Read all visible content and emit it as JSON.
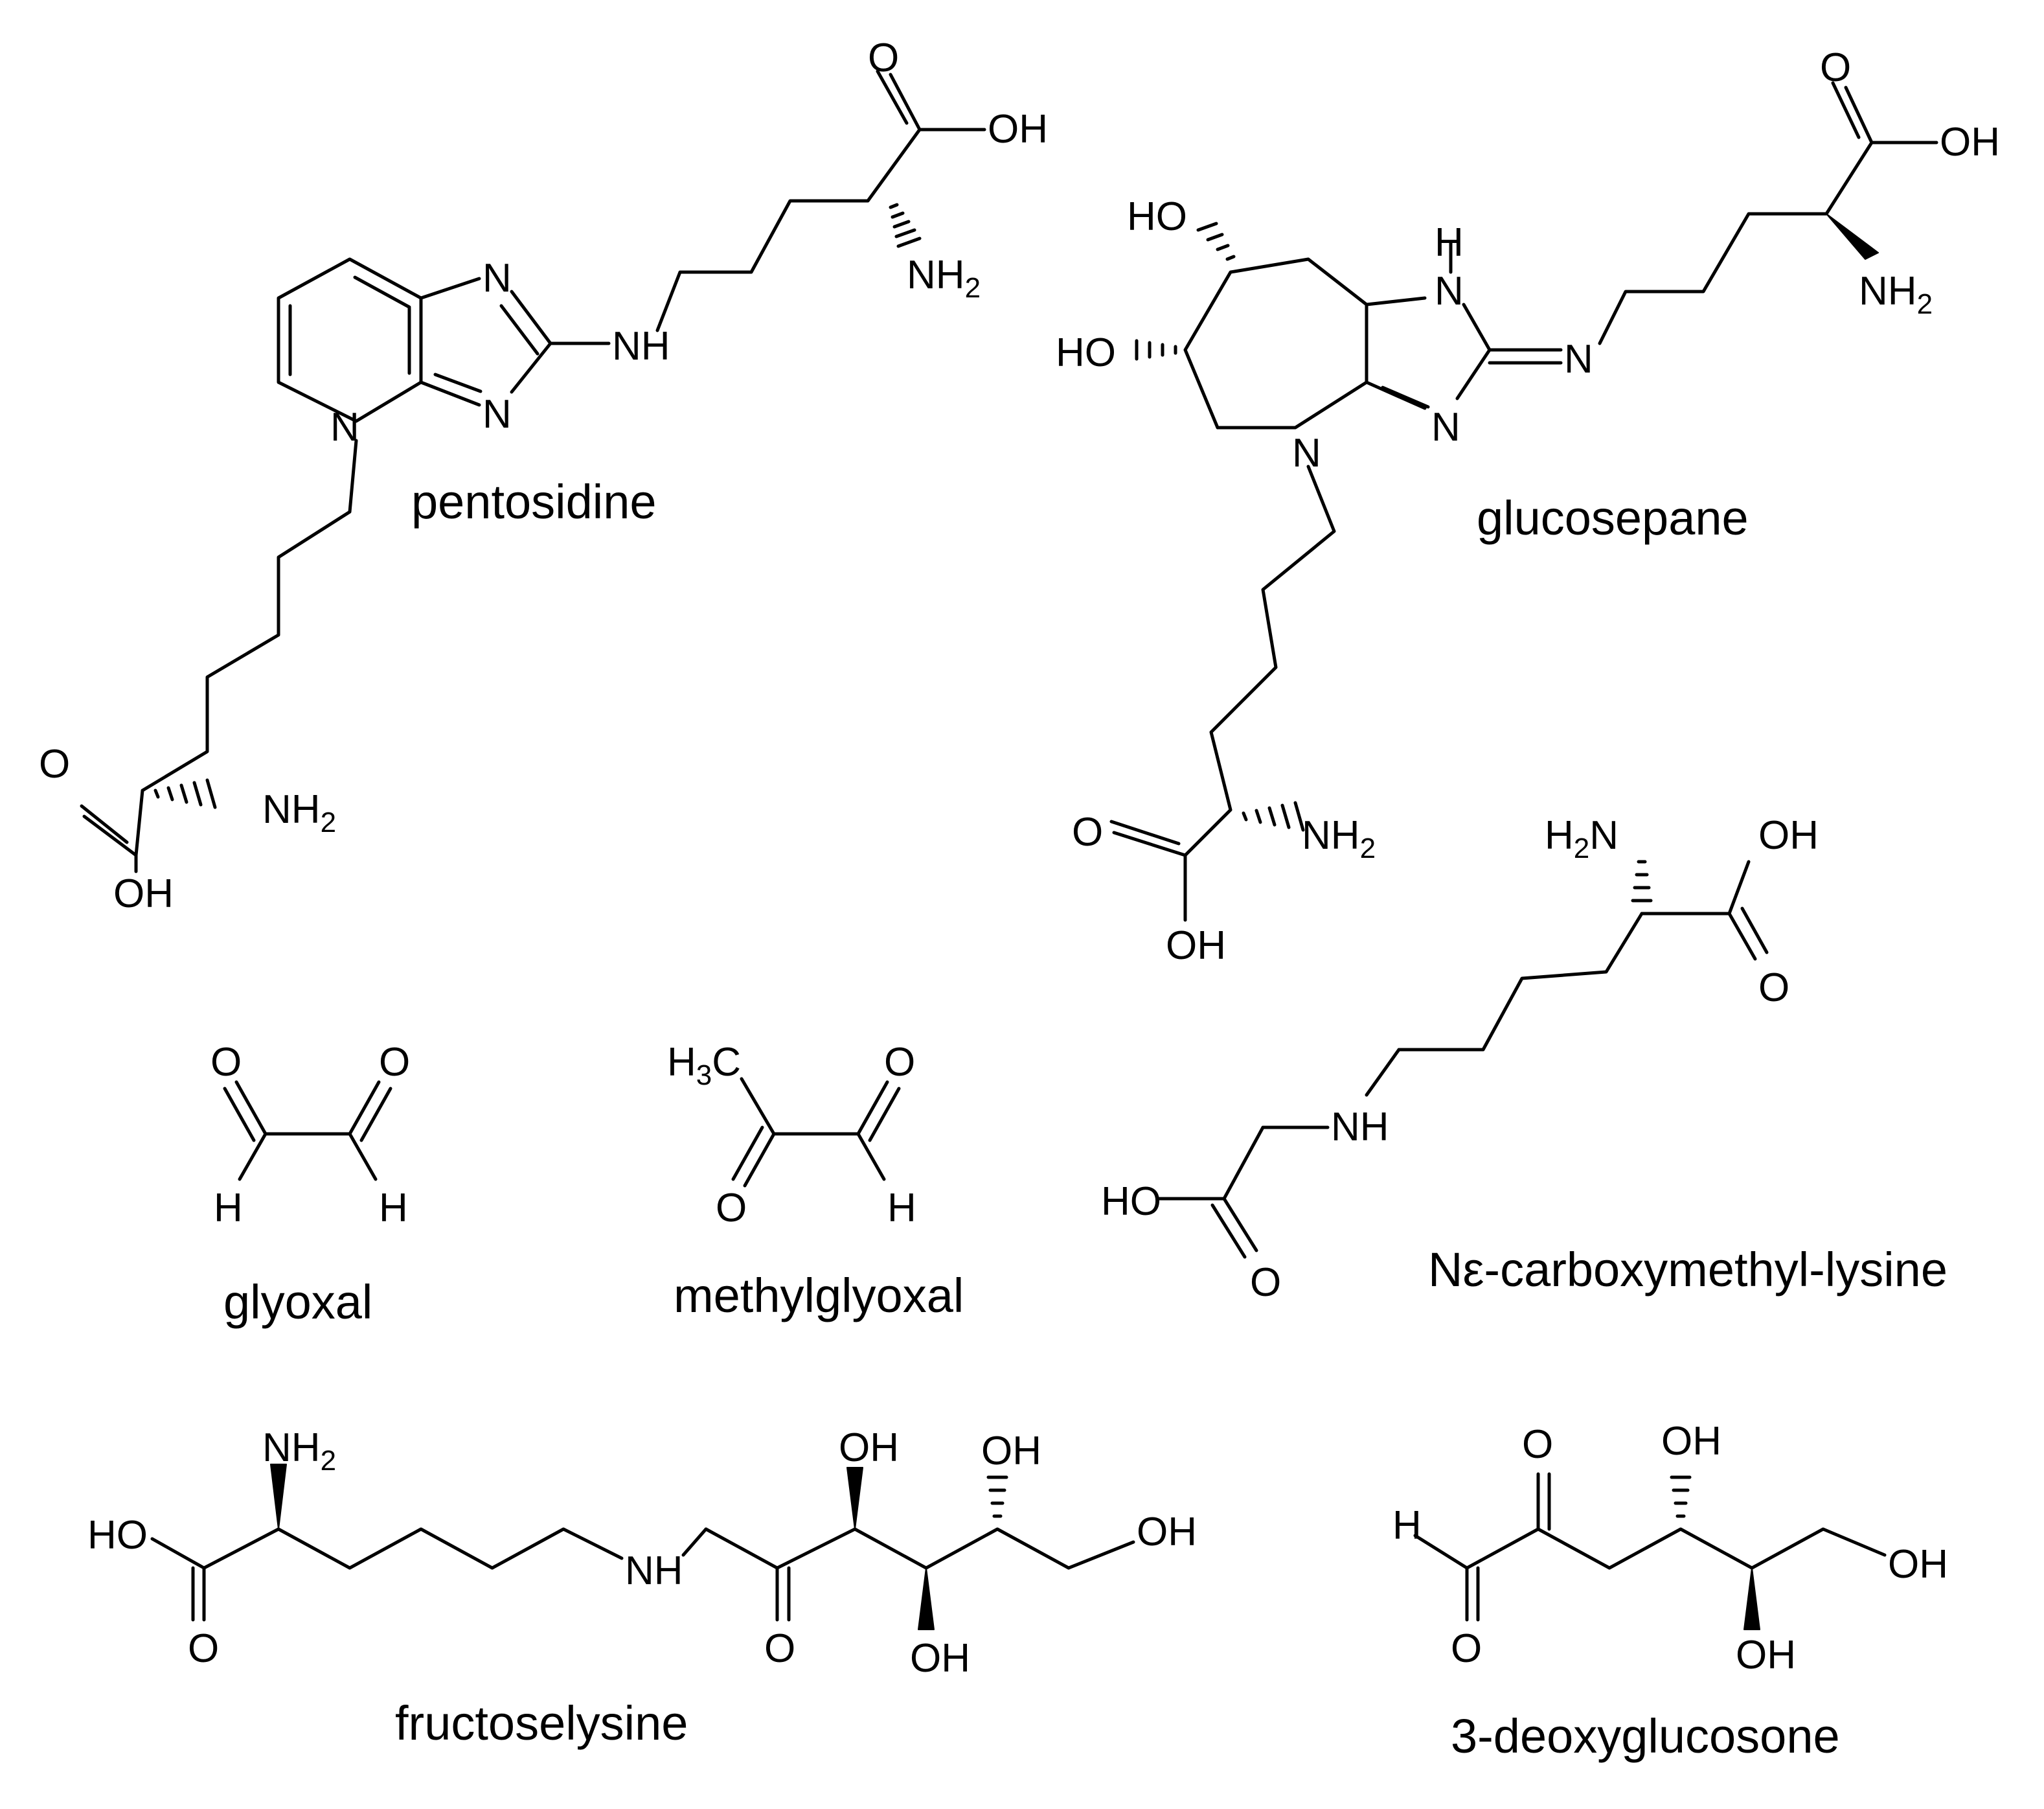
{
  "compounds": {
    "pentosidine": {
      "name": "pentosidine",
      "atoms": {
        "o1": "O",
        "oh1": "OH",
        "nh2_1": "NH",
        "n_a": "N",
        "n_b": "N",
        "nh": "NH",
        "n_ring": "N",
        "o2": "O",
        "nh2_2": "NH",
        "oh2": "OH",
        "sub": "2"
      }
    },
    "glucosepane": {
      "name": "glucosepane",
      "atoms": {
        "o1": "O",
        "oh1": "OH",
        "nh2_1": "NH",
        "ho1": "HO",
        "ho2": "HO",
        "h": "H",
        "n_h": "N",
        "n_imine": "N",
        "n_eq": "N",
        "n_ring": "N",
        "o2": "O",
        "nh2_2": "NH",
        "oh2": "OH",
        "sub": "2"
      }
    },
    "cml": {
      "name": "Nε-carboxymethyl-lysine",
      "atoms": {
        "h2n_h": "H",
        "h2n_sub": "2",
        "h2n_n": "N",
        "oh1": "OH",
        "o1": "O",
        "nh": "NH",
        "ho": "HO",
        "o2": "O"
      }
    },
    "glyoxal": {
      "name": "glyoxal",
      "atoms": {
        "o1": "O",
        "o2": "O",
        "h1": "H",
        "h2": "H"
      }
    },
    "methylglyoxal": {
      "name": "methylglyoxal",
      "atoms": {
        "h3c_h": "H",
        "h3c_sub": "3",
        "h3c_c": "C",
        "o1": "O",
        "o2": "O",
        "h": "H"
      }
    },
    "fructoselysine": {
      "name": "fructoselysine",
      "atoms": {
        "nh2": "NH",
        "sub": "2",
        "ho": "HO",
        "o1": "O",
        "nh": "NH",
        "o2": "O",
        "oh1": "OH",
        "oh2": "OH",
        "oh3": "OH",
        "oh4": "OH"
      }
    },
    "deoxyglucosone": {
      "name": "3-deoxyglucosone",
      "atoms": {
        "h": "H",
        "o1": "O",
        "o2": "O",
        "oh1": "OH",
        "oh2": "OH",
        "oh3": "OH"
      }
    }
  }
}
